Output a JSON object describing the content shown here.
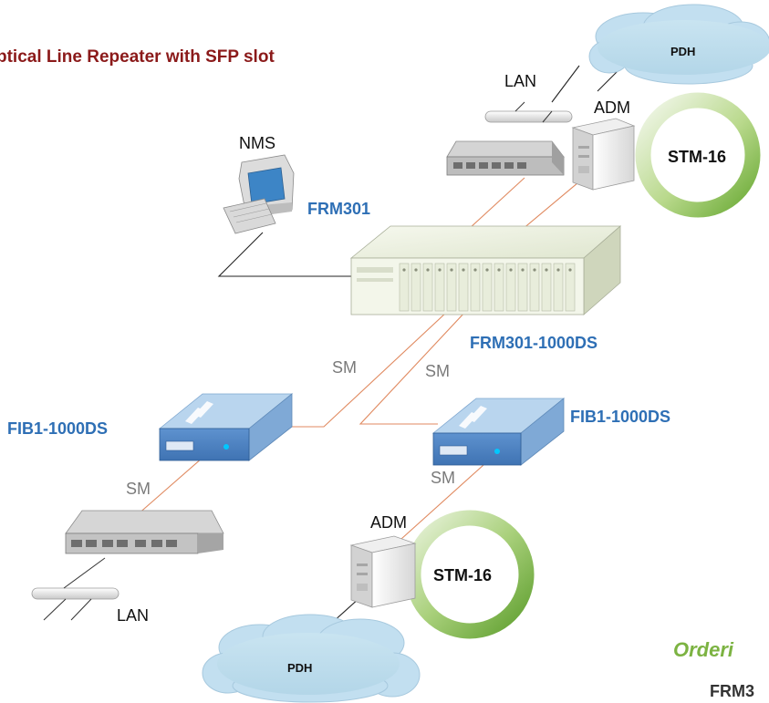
{
  "title": "ptical Line Repeater with SFP slot",
  "labels": {
    "pdh_top": "PDH",
    "pdh_bottom": "PDH",
    "lan_top": "LAN",
    "lan_bottom": "LAN",
    "adm_top": "ADM",
    "adm_bottom": "ADM",
    "stm_top": "STM-16",
    "stm_bottom": "STM-16",
    "nms": "NMS",
    "frm301": "FRM301",
    "frm301_1000ds": "FRM301-1000DS",
    "sm_1": "SM",
    "sm_2": "SM",
    "sm_3": "SM",
    "sm_4": "SM",
    "fib_left": "FIB1-1000DS",
    "fib_right": "FIB1-1000DS",
    "ordering": "Orderi",
    "frm_cut": "FRM3"
  },
  "colors": {
    "title": "#8b1a1a",
    "device_label": "#2e6fb5",
    "fiber_line": "#e08a60",
    "ring": "#7cb342",
    "ordering": "#7cb342"
  }
}
